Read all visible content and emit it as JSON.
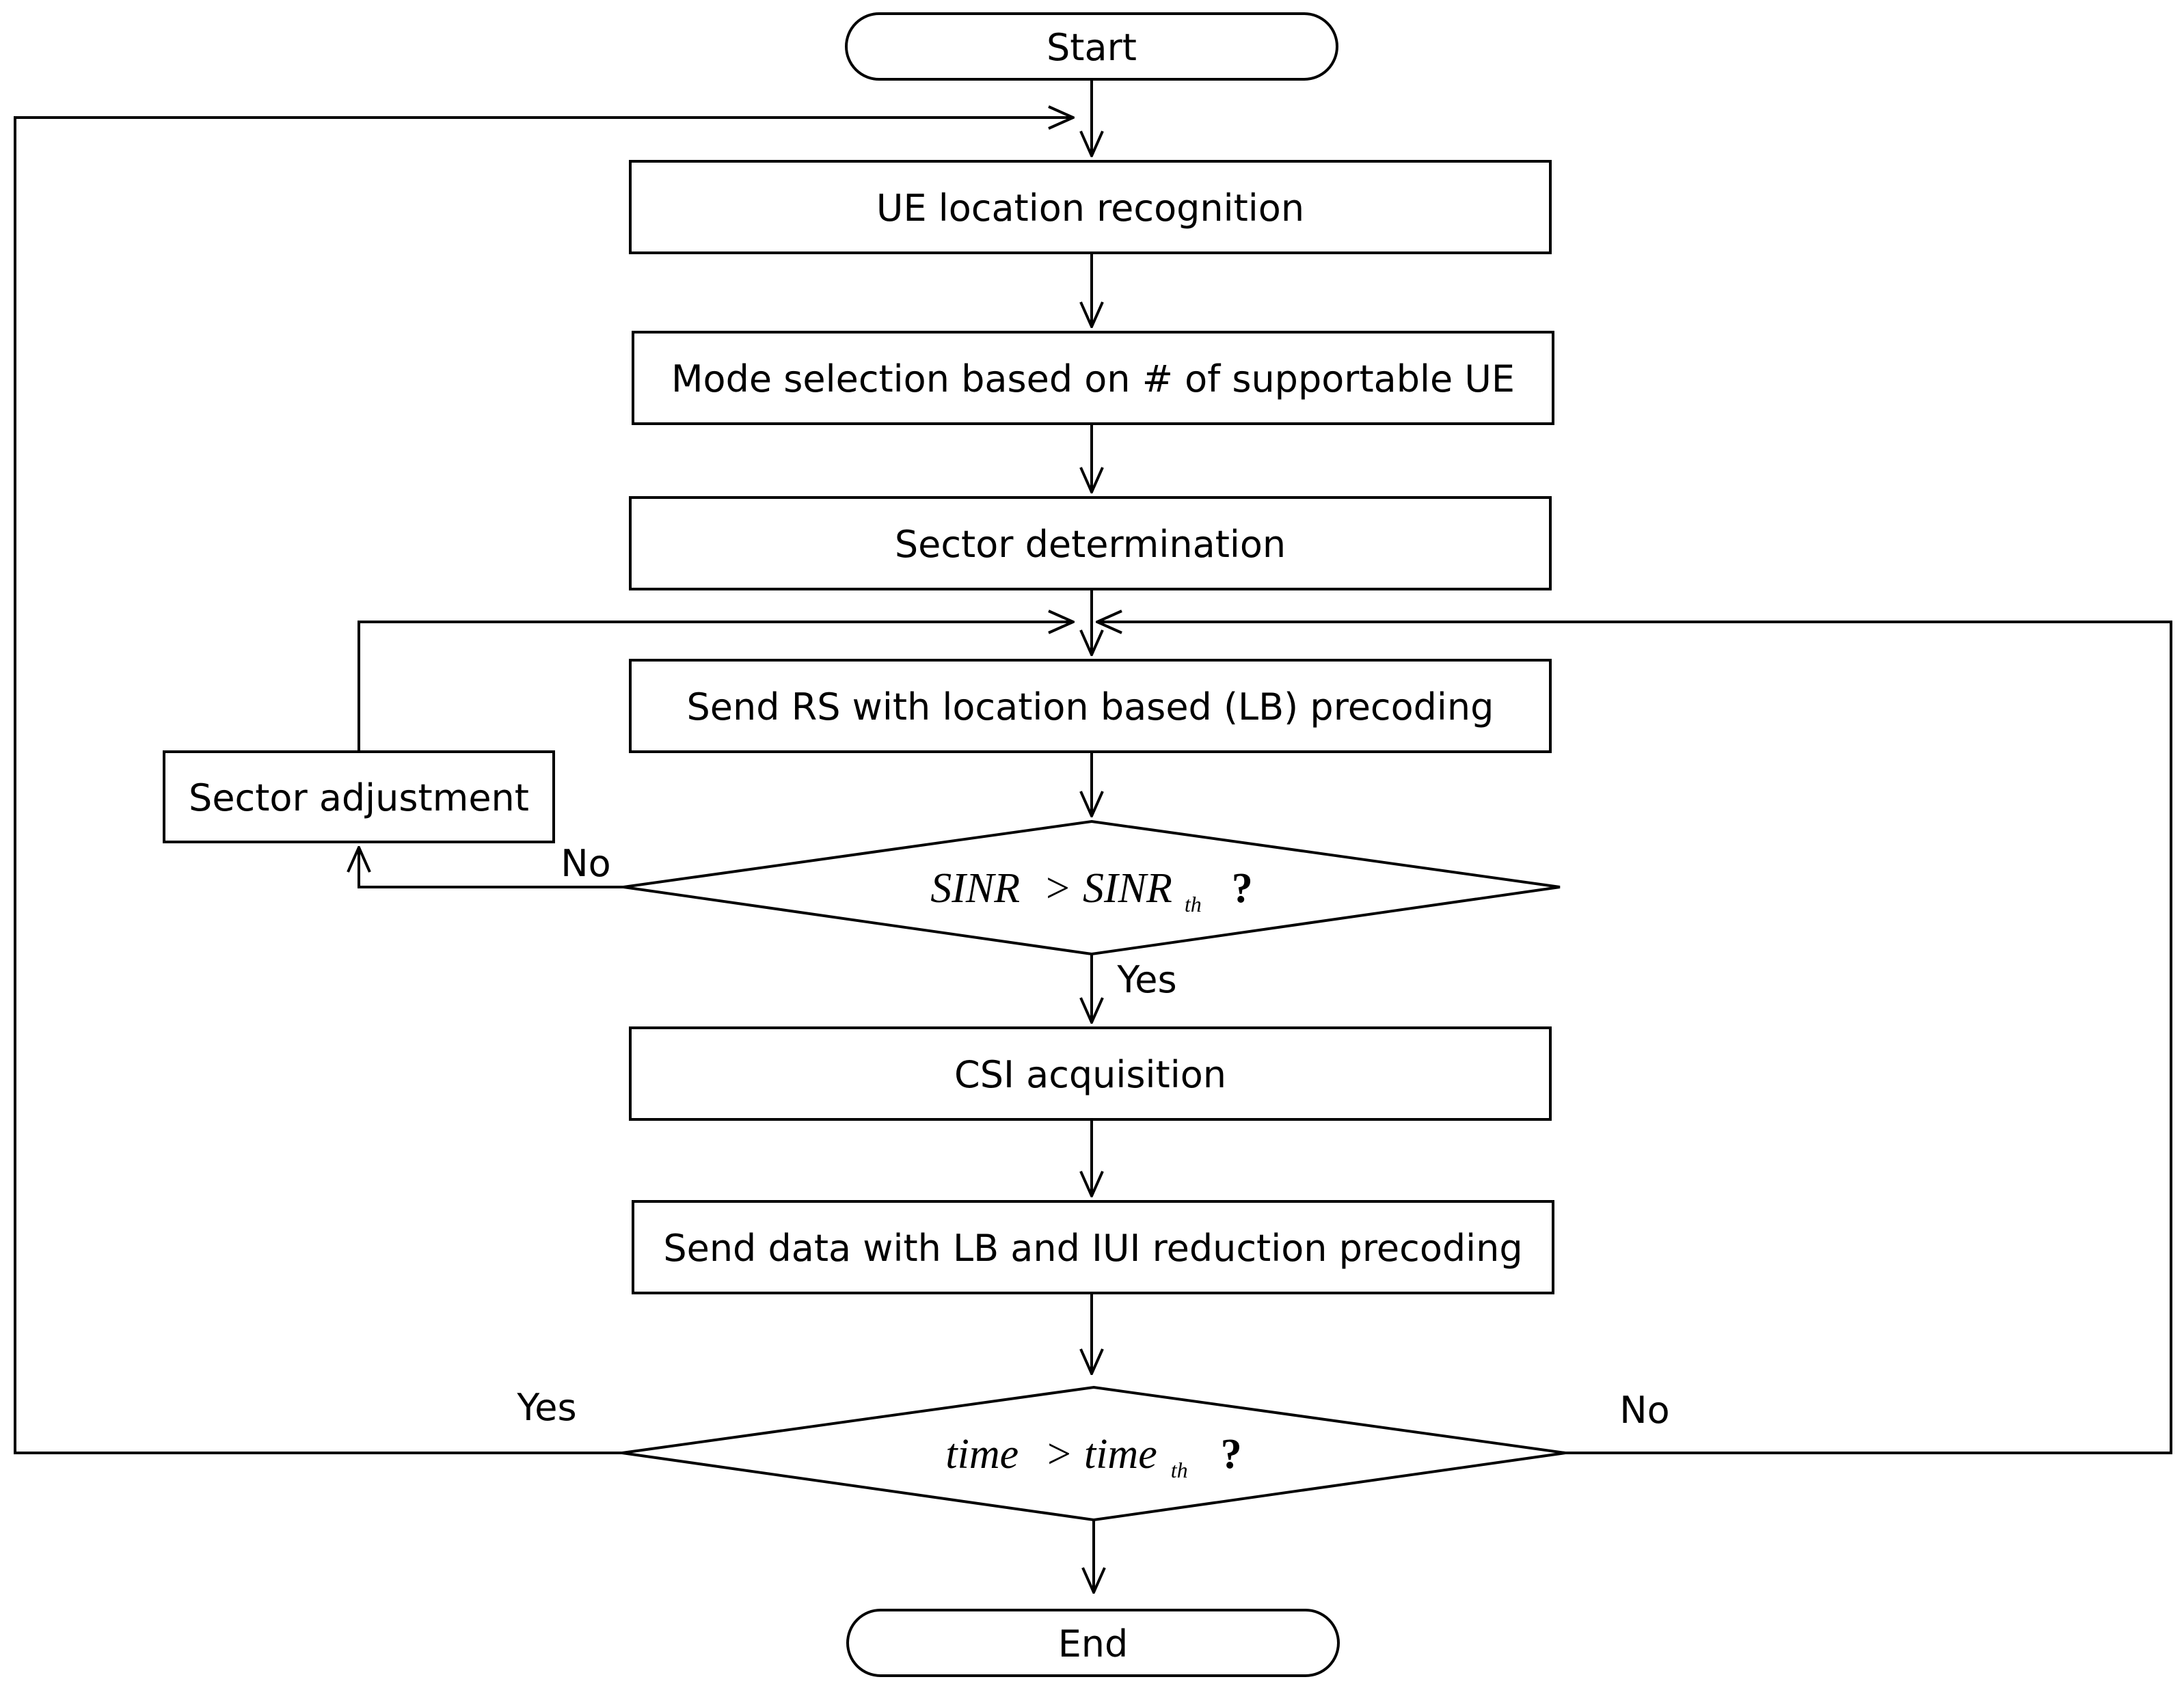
{
  "nodes": {
    "start": "Start",
    "ue_location": "UE location recognition",
    "mode_selection": "Mode selection based on # of supportable UE",
    "sector_determination": "Sector determination",
    "send_rs": "Send RS with location based (LB) precoding",
    "sector_adjustment": "Sector adjustment",
    "csi_acquisition": "CSI acquisition",
    "send_data": "Send data with LB and IUI reduction precoding",
    "end": "End"
  },
  "decision_sinr": {
    "lhs": "SINR",
    "op": ">",
    "rhs": "SINR",
    "rhs_sub": "th",
    "q": "?",
    "yes_label": "Yes",
    "no_label": "No"
  },
  "decision_time": {
    "lhs": "time",
    "op": ">",
    "rhs": "time",
    "rhs_sub": "th",
    "q": "?",
    "yes_label": "Yes",
    "no_label": "No"
  }
}
